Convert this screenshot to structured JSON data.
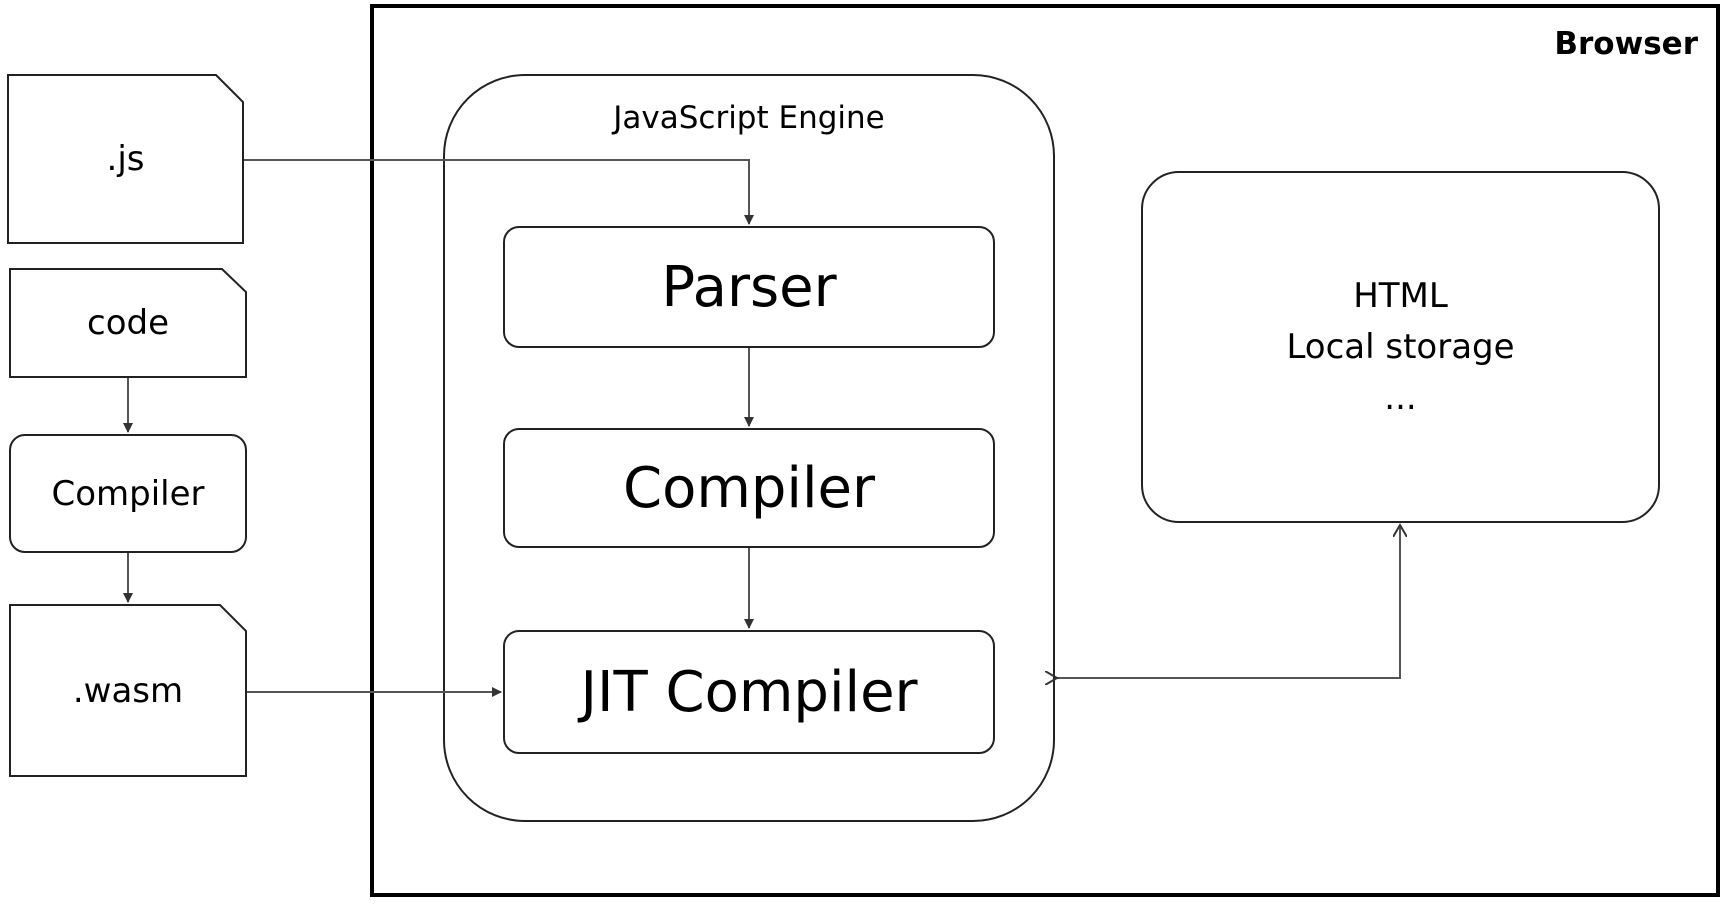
{
  "browser": {
    "label": "Browser"
  },
  "engine": {
    "label": "JavaScript Engine",
    "stages": [
      {
        "label": "Parser"
      },
      {
        "label": "Compiler"
      },
      {
        "label": "JIT Compiler"
      }
    ]
  },
  "browser_apis": {
    "lines": [
      "HTML",
      "Local storage",
      "..."
    ]
  },
  "inputs": {
    "js_file": ".js",
    "code_file": "code",
    "compiler": "Compiler",
    "wasm_file": ".wasm"
  }
}
